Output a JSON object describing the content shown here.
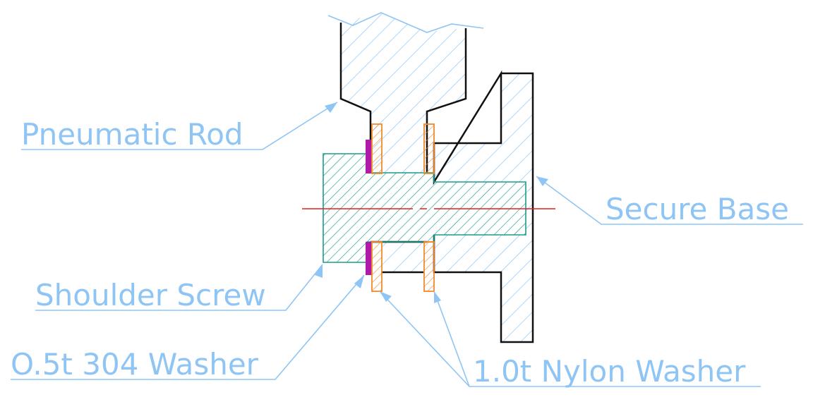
{
  "labels": {
    "pneumatic_rod": "Pneumatic Rod",
    "secure_base": "Secure Base",
    "shoulder_screw": "Shoulder Screw",
    "steel_washer": "O.5t 304 Washer",
    "nylon_washer": "1.0t Nylon Washer"
  },
  "colors": {
    "label": "#8ec5f5",
    "hatch_blue": "#8ec5f5",
    "screw_teal": "#1a9c8c",
    "nylon_orange": "#f08a2c",
    "steel_magenta": "#b01aa8",
    "centerline_red": "#e02020",
    "outline_black": "#111111"
  }
}
